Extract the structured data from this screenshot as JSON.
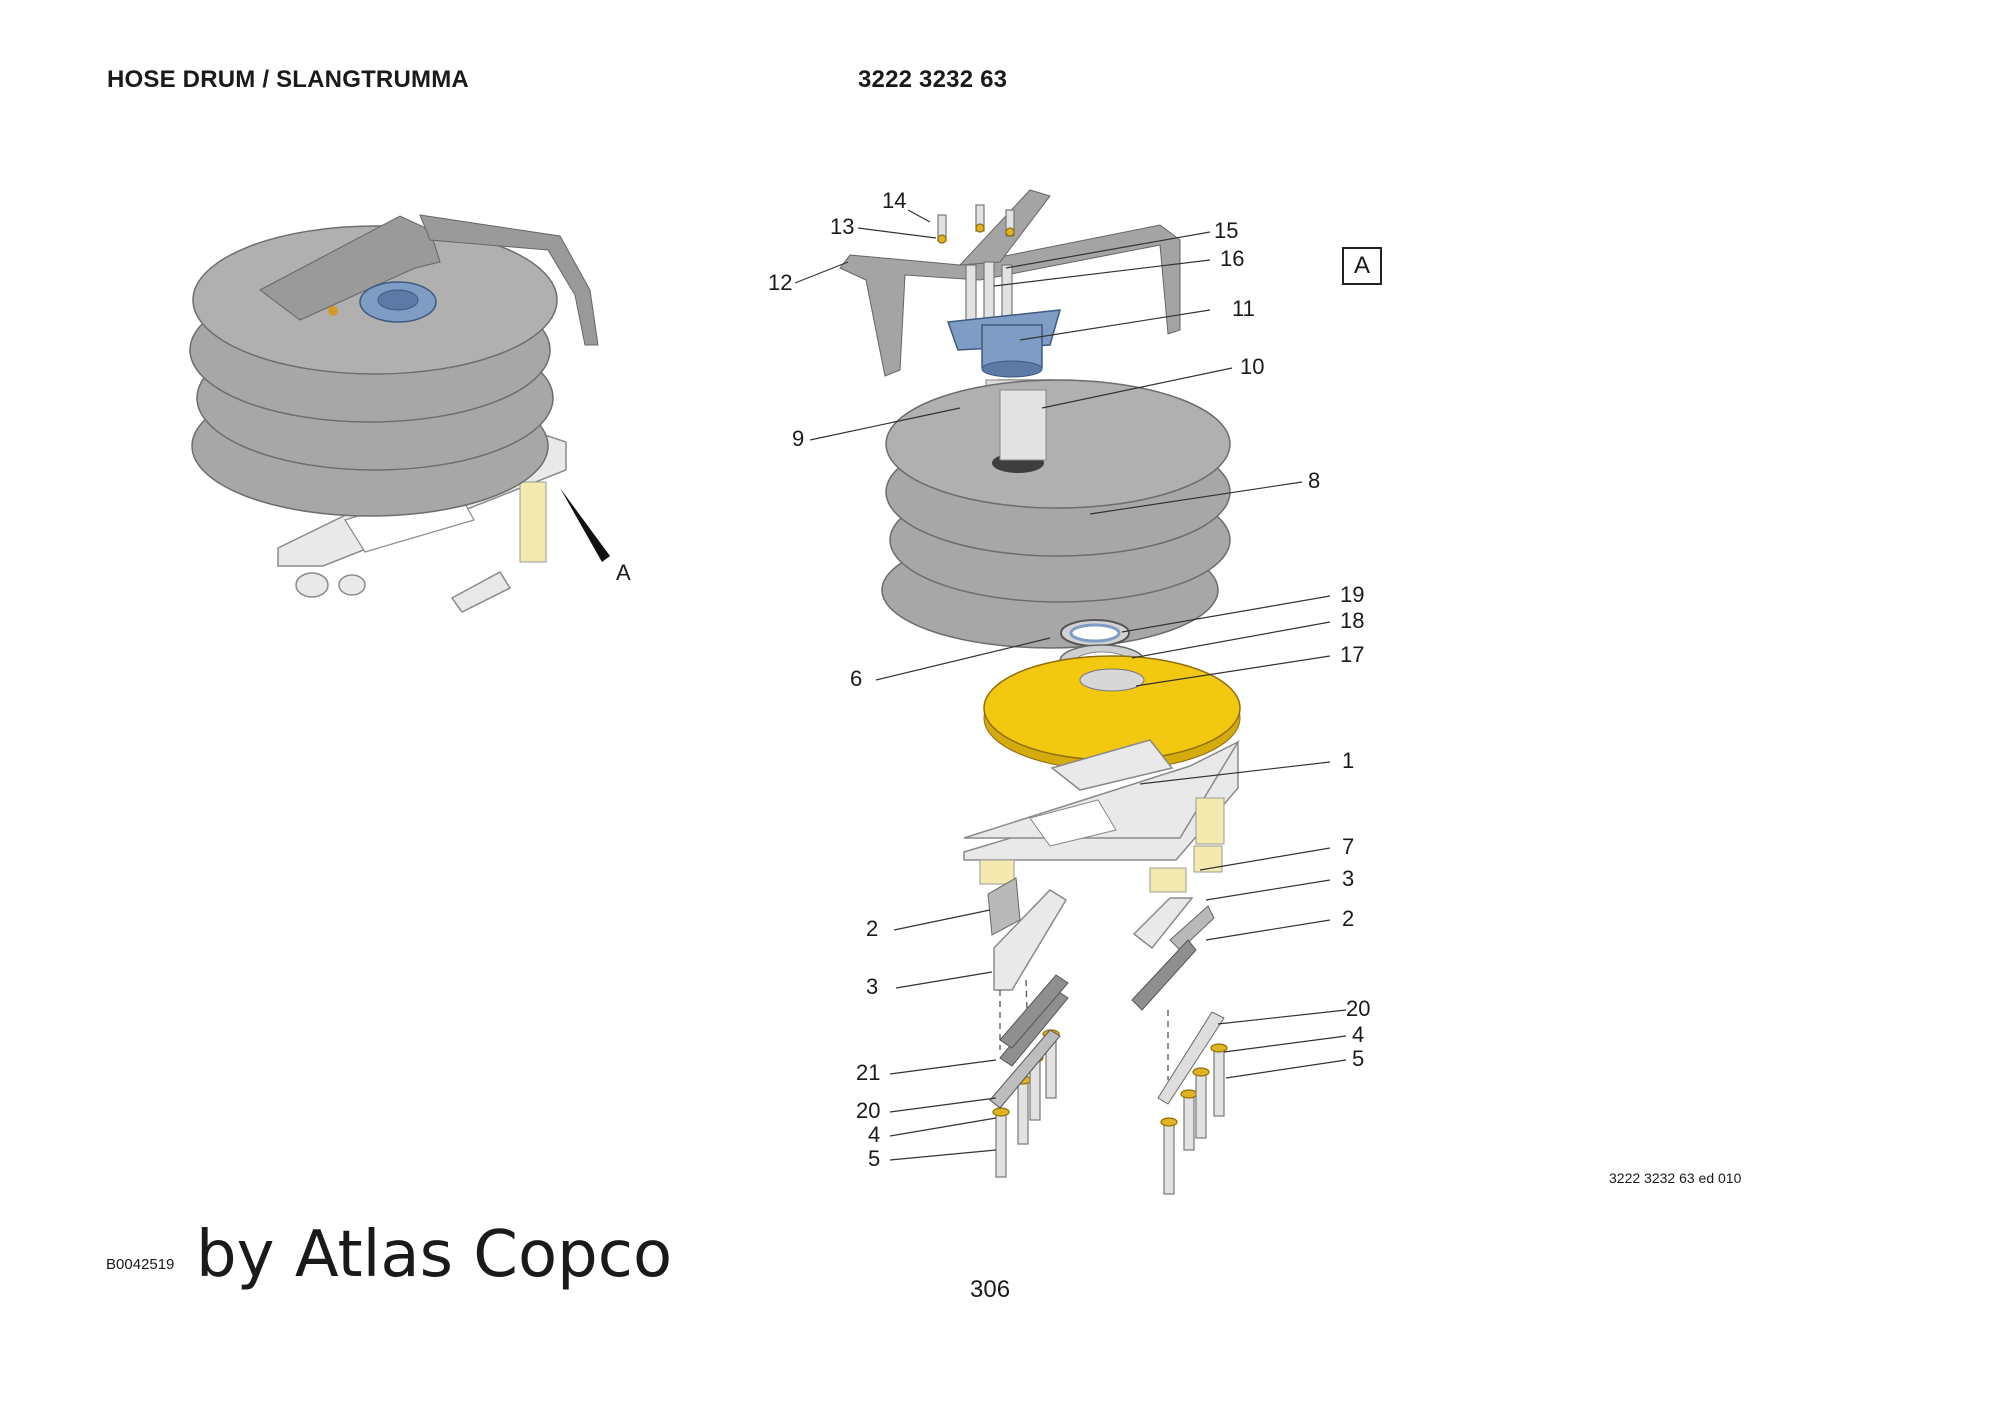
{
  "header": {
    "title": "HOSE DRUM / SLANGTRUMMA",
    "part_number": "3222 3232 63"
  },
  "view_label": "A",
  "view_arrow_label": "A",
  "callouts": {
    "c14": "14",
    "c13": "13",
    "c12": "12",
    "c15": "15",
    "c16": "16",
    "c11": "11",
    "c10": "10",
    "c9": "9",
    "c8": "8",
    "c19": "19",
    "c18": "18",
    "c17": "17",
    "c6": "6",
    "c1": "1",
    "c7": "7",
    "c3r": "3",
    "c2l": "2",
    "c2r": "2",
    "c3l": "3",
    "c20r": "20",
    "c4r": "4",
    "c5r": "5",
    "c21": "21",
    "c20l": "20",
    "c4l": "4",
    "c5l": "5"
  },
  "ref_code": "3222 3232 63 ed 010",
  "footer": {
    "doc_code": "B0042519",
    "brand": "by Atlas Copco",
    "page_number": "306"
  },
  "colors": {
    "drum_gray": "#a7a7a7",
    "swivel_blue": "#7f9cc4",
    "disc_yellow": "#f2c811",
    "base_plate": "#e9e9e9",
    "washer_gold": "#e2b320"
  }
}
